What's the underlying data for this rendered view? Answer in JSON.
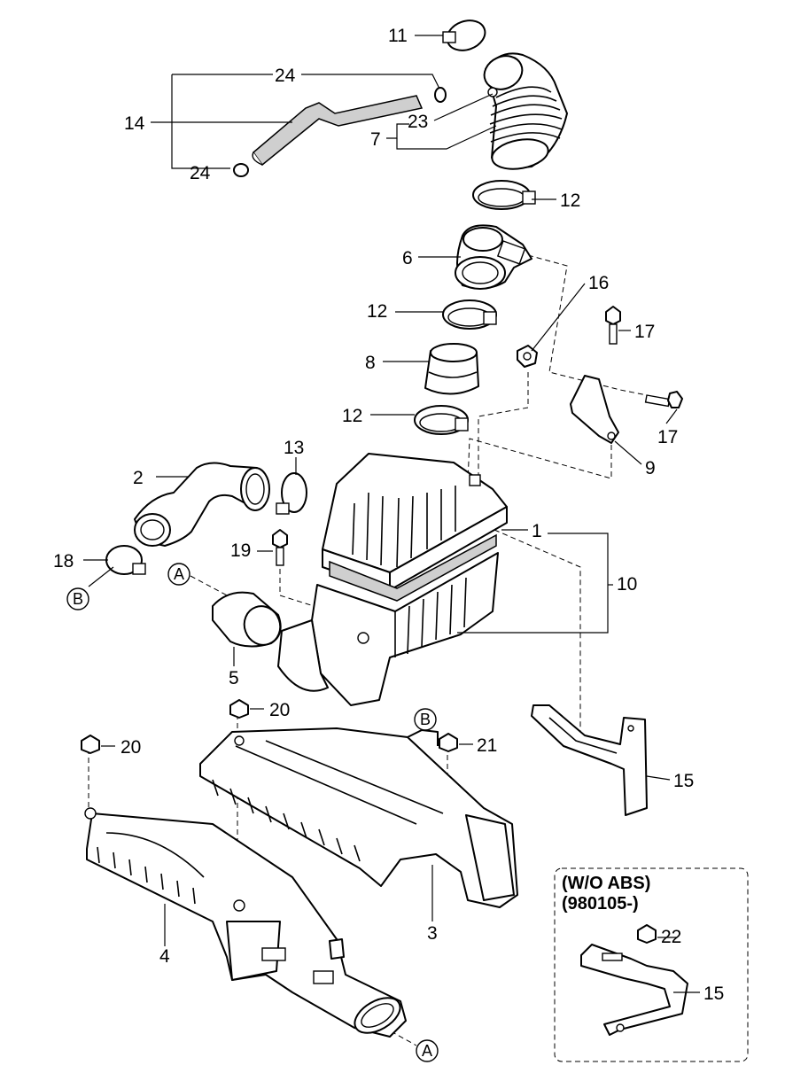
{
  "callouts": {
    "c1": "1",
    "c2": "2",
    "c3": "3",
    "c4": "4",
    "c5": "5",
    "c6": "6",
    "c7": "7",
    "c8": "8",
    "c9": "9",
    "c10": "10",
    "c11": "11",
    "c12a": "12",
    "c12b": "12",
    "c12c": "12",
    "c13": "13",
    "c14": "14",
    "c15a": "15",
    "c15b": "15",
    "c16": "16",
    "c17a": "17",
    "c17b": "17",
    "c18": "18",
    "c19": "19",
    "c20a": "20",
    "c20b": "20",
    "c21": "21",
    "c22": "22",
    "c23": "23",
    "c24a": "24",
    "c24b": "24"
  },
  "refs": {
    "a1": "A",
    "a2": "A",
    "b1": "B",
    "b2": "B"
  },
  "inset": {
    "line1": "(W/O ABS)",
    "line2": "(980105-)"
  }
}
